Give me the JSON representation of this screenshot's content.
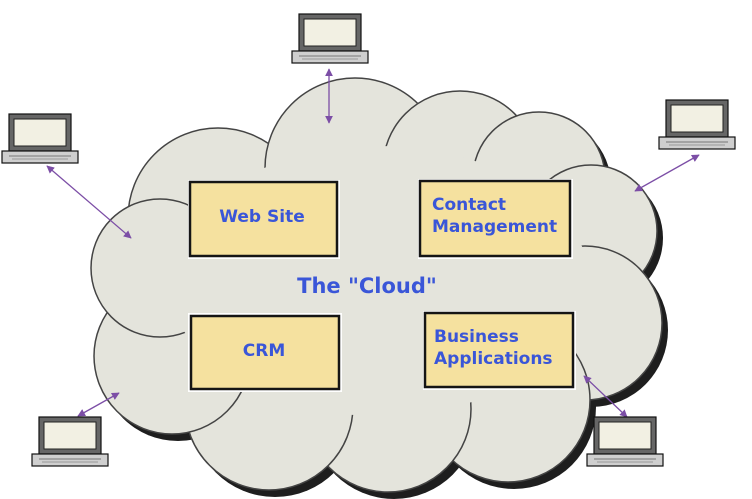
{
  "diagram": {
    "title": "The \"Cloud\"",
    "boxes": [
      {
        "lines": [
          "Web Site"
        ]
      },
      {
        "lines": [
          "Contact",
          "Management"
        ]
      },
      {
        "lines": [
          "CRM"
        ]
      },
      {
        "lines": [
          "Business",
          "Applications"
        ]
      }
    ],
    "laptops": [
      {
        "position": "top"
      },
      {
        "position": "upper-left"
      },
      {
        "position": "upper-right"
      },
      {
        "position": "lower-left"
      },
      {
        "position": "lower-right"
      }
    ]
  },
  "colors": {
    "cloud_fill": "#e4e4dc",
    "cloud_shadow": "#1e1e1e",
    "box_fill": "#f5e19f",
    "box_border": "#151515",
    "text": "#3a56d8",
    "arrow": "#7c4ea6",
    "laptop_screen": "#f2f0e3",
    "laptop_body": "#cfcfcf"
  }
}
